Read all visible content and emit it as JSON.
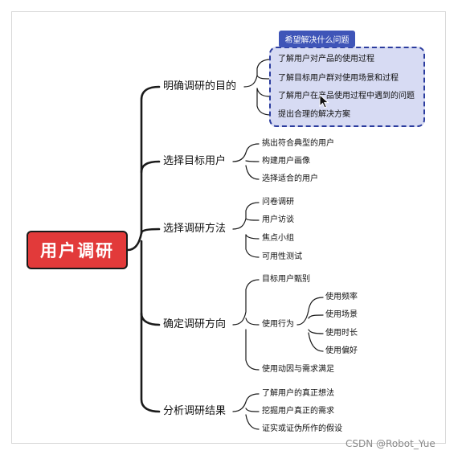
{
  "root": "用户调研",
  "branches": [
    {
      "label": "明确调研的目的",
      "children": [
        "了解用户对产品的使用过程",
        "了解目标用户群对使用场景和过程",
        "了解用户在产品使用过程中遇到的问题",
        "提出合理的解决方案"
      ]
    },
    {
      "label": "选择目标用户",
      "children": [
        "挑出符合典型的用户",
        "构建用户画像",
        "选择适合的用户"
      ]
    },
    {
      "label": "选择调研方法",
      "children": [
        "问卷调研",
        "用户访谈",
        "焦点小组",
        "可用性测试"
      ]
    },
    {
      "label": "确定调研方向",
      "children": [
        "目标用户甄别",
        "使用行为",
        "使用动因与需求满足"
      ],
      "sub": [
        "使用频率",
        "使用场景",
        "使用时长",
        "使用偏好"
      ]
    },
    {
      "label": "分析调研结果",
      "children": [
        "了解用户的真正想法",
        "挖掘用户真正的需求",
        "证实或证伪所作的假设"
      ]
    }
  ],
  "callout": "希望解决什么问题",
  "watermark": "CSDN @Robot_Yue",
  "colors": {
    "root_fill": "#e23a3a",
    "callout_tag": "#3f55b8",
    "callout_box": "#d7dbf3",
    "callout_border": "#2b3c9e"
  }
}
